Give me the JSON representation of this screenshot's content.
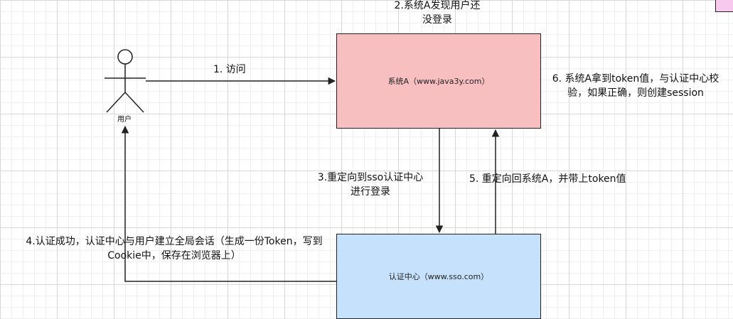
{
  "colors": {
    "system_a_fill": "#f8bfc1",
    "sso_fill": "#c6e1fb",
    "corner_fill": "#f8c8ef",
    "line": "#222222"
  },
  "actor": {
    "label": "用户"
  },
  "nodes": {
    "system_a": "系统A（www.java3y.com）",
    "sso": "认证中心（www.sso.com）"
  },
  "edges": {
    "step1": "1.  访问",
    "step2": [
      "2.系统A发现用户还",
      "没登录"
    ],
    "step3": [
      "3.重定向到sso认证中心",
      "进行登录"
    ],
    "step4": [
      "4.认证成功，认证中心与用户建立全局会话（生成一份Token，写到",
      "Cookie中，保存在浏览器上）"
    ],
    "step5": "5. 重定向回系统A，并带上token值",
    "step6": [
      "6. 系统A拿到token值，与认证中心校",
      "验，如果正确，则创建session"
    ]
  }
}
